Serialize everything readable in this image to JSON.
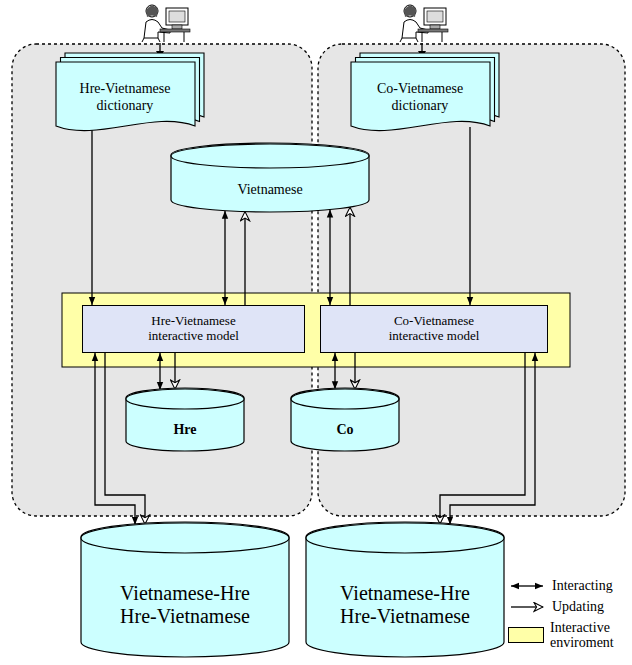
{
  "diagram": {
    "nodes": [
      {
        "text": [
          "Hre-Vietnamese dictionary"
        ]
      },
      {
        "text": [
          "Co-Vietnamese dictionary"
        ]
      },
      {
        "text": [
          "Vietnamese"
        ]
      },
      {
        "text": [
          "Hre-Vietnamese interactive model"
        ]
      },
      {
        "text": [
          "Co-Vietnamese interactive model"
        ]
      },
      {
        "text": [
          "Hre"
        ]
      },
      {
        "text": [
          "Co"
        ]
      },
      {
        "text": [
          "Vietnamese-Hre Hre-Vietnamese"
        ]
      },
      {
        "text": [
          "Vietnamese-Hre Hre-Vietnamese"
        ]
      }
    ],
    "edges": [
      {
        "from": 0,
        "to": 3,
        "arrow": "to"
      },
      {
        "from": 1,
        "to": 4,
        "arrow": "to"
      },
      {
        "from": 3,
        "to": 2,
        "arrow": "both"
      },
      {
        "from": 3,
        "to": 2,
        "arrow": "to"
      },
      {
        "from": 4,
        "to": 2,
        "arrow": "both"
      },
      {
        "from": 4,
        "to": 2,
        "arrow": "to"
      },
      {
        "from": 3,
        "to": 5,
        "arrow": "both"
      },
      {
        "from": 3,
        "to": 5,
        "arrow": "to"
      },
      {
        "from": 4,
        "to": 6,
        "arrow": "both"
      },
      {
        "from": 4,
        "to": 6,
        "arrow": "to"
      },
      {
        "from": 7,
        "to": 3,
        "arrow": "both"
      },
      {
        "from": 3,
        "to": 7,
        "arrow": "to"
      },
      {
        "from": 8,
        "to": 4,
        "arrow": "both"
      },
      {
        "from": 4,
        "to": 8,
        "arrow": "to"
      }
    ],
    "legend": [
      {
        "text": "Interacting"
      },
      {
        "text": "Updating"
      },
      {
        "text": "Interactive enviroment",
        "color": "#ffffa8"
      }
    ]
  }
}
